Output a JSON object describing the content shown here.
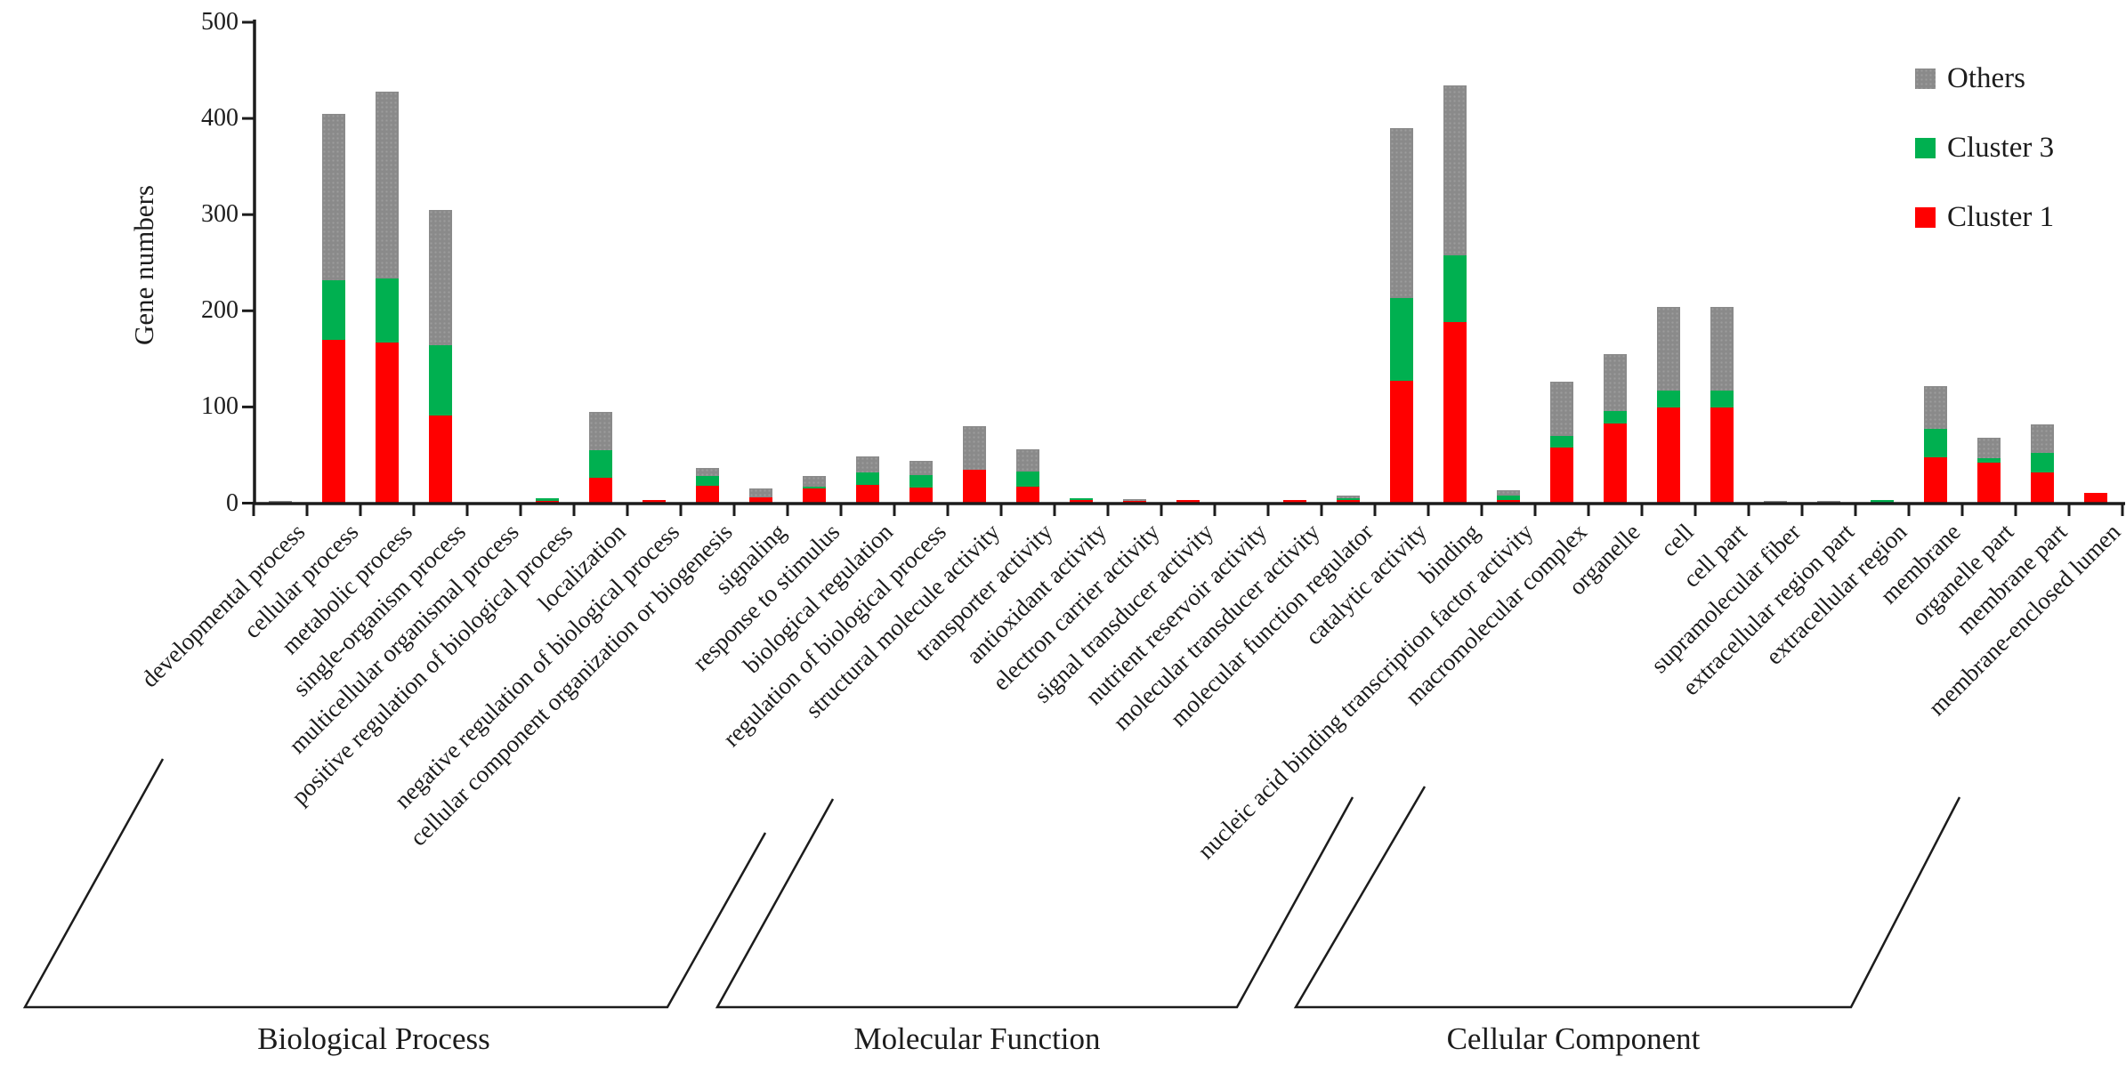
{
  "figure": {
    "legend": [
      {
        "label": "Others",
        "color": "#8a8a8a"
      },
      {
        "label": "Cluster 3",
        "color": "#00B050"
      },
      {
        "label": "Cluster 1",
        "color": "#FF0000"
      }
    ]
  },
  "chart_data": {
    "type": "bar",
    "stacked": true,
    "title": "",
    "xlabel": "",
    "ylabel": "Gene numbers",
    "ylim": [
      0,
      500
    ],
    "yticks": [
      0,
      100,
      200,
      300,
      400,
      500
    ],
    "grid": false,
    "legend_position": "top-right",
    "x_tick_label_rotation": 45,
    "categories": [
      "developmental process",
      "cellular process",
      "metabolic process",
      "single-organism process",
      "multicellular organismal process",
      "positive regulation of biological process",
      "localization",
      "negative regulation of biological process",
      "cellular component organization or biogenesis",
      "signaling",
      "response to stimulus",
      "biological regulation",
      "regulation of biological process",
      "structural molecule activity",
      "transporter activity",
      "antioxidant activity",
      "electron carrier activity",
      "signal transducer activity",
      "nutrient reservoir activity",
      "molecular transducer activity",
      "molecular function regulator",
      "catalytic activity",
      "binding",
      "nucleic acid binding transcription factor activity",
      "macromolecular complex",
      "organelle",
      "cell",
      "cell part",
      "supramolecular fiber",
      "extracellular region part",
      "extracellular region",
      "membrane",
      "organelle part",
      "membrane part",
      "membrane-enclosed lumen"
    ],
    "series": [
      {
        "name": "Cluster 1",
        "color": "#FF0000",
        "values": [
          0,
          170,
          167,
          91,
          0,
          2,
          26,
          3,
          18,
          6,
          15,
          19,
          16,
          35,
          17,
          3,
          2,
          3,
          0,
          3,
          3,
          127,
          188,
          3,
          58,
          83,
          99,
          99,
          0,
          0,
          0,
          48,
          42,
          32,
          11
        ]
      },
      {
        "name": "Cluster 3",
        "color": "#00B050",
        "values": [
          0,
          62,
          67,
          73,
          0,
          3,
          29,
          0,
          10,
          0,
          2,
          13,
          13,
          0,
          16,
          2,
          0,
          0,
          0,
          0,
          2,
          86,
          70,
          5,
          12,
          13,
          18,
          18,
          0,
          0,
          3,
          29,
          5,
          20,
          0
        ]
      },
      {
        "name": "Others",
        "color": "#8a8a8a",
        "values": [
          2,
          173,
          194,
          141,
          0,
          0,
          40,
          0,
          9,
          9,
          11,
          17,
          15,
          45,
          23,
          0,
          2,
          0,
          0,
          0,
          3,
          177,
          176,
          5,
          56,
          59,
          87,
          87,
          2,
          2,
          0,
          45,
          21,
          30,
          0
        ]
      }
    ],
    "groups": [
      {
        "label": "Biological Process",
        "start": 0,
        "end": 12
      },
      {
        "label": "Molecular Function",
        "start": 13,
        "end": 23
      },
      {
        "label": "Cellular Component",
        "start": 24,
        "end": 34
      }
    ]
  }
}
